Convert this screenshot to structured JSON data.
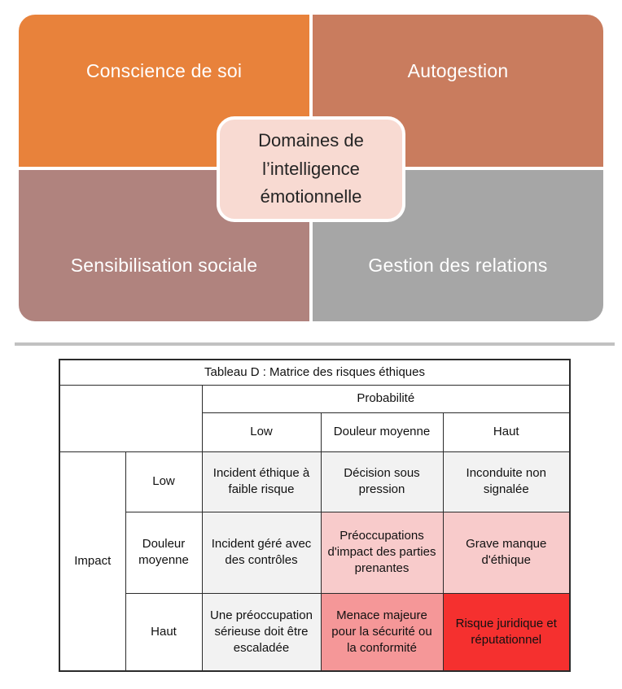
{
  "quadrant": {
    "center": {
      "lines": [
        "Domaines de",
        "l’intelligence",
        "émotionnelle"
      ],
      "bg": "#F8DAD2"
    },
    "items": [
      {
        "label": "Conscience de soi",
        "color": "#E8823B"
      },
      {
        "label": "Autogestion",
        "color": "#C97C5E"
      },
      {
        "label": "Sensibilisation sociale",
        "color": "#B0837E"
      },
      {
        "label": "Gestion des relations",
        "color": "#A6A6A6"
      }
    ]
  },
  "table": {
    "title": "Tableau D : Matrice des risques éthiques",
    "col_group_label": "Probabilité",
    "row_group_label": "Impact",
    "col_headers": [
      "Low",
      "Douleur moyenne",
      "Haut"
    ],
    "row_headers": [
      "Low",
      "Douleur moyenne",
      "Haut"
    ],
    "cells": [
      [
        "Incident éthique à faible risque",
        "Décision sous pression",
        "Inconduite non signalée"
      ],
      [
        "Incident géré avec des contrôles",
        "Préoccupations d'impact des parties prenantes",
        "Grave manque d'éthique"
      ],
      [
        "Une préoccupation sérieuse doit être escaladée",
        "Menace majeure pour la sécurité ou la conformité",
        "Risque juridique et réputationnel"
      ]
    ],
    "status_colors": {
      "neutral": "#F2F2F2",
      "elevated": "#F8CBCB",
      "high": "#F59798",
      "critical": "#F5302F"
    }
  }
}
